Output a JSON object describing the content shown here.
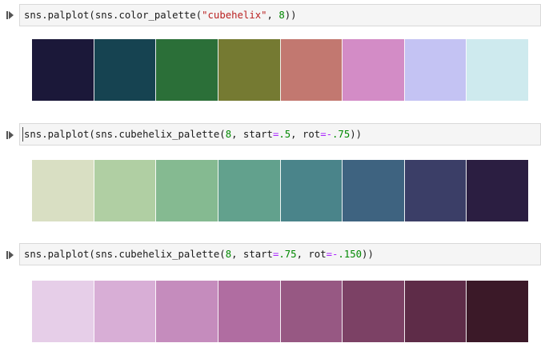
{
  "cells": [
    {
      "code": {
        "prefix": "sns.palplot(sns.color_palette(",
        "string": "\"cubehelix\"",
        "sep": ", ",
        "count": "8",
        "suffix": "))"
      },
      "swatches": [
        "#1b1839",
        "#164351",
        "#2b6f38",
        "#757a32",
        "#c27870",
        "#d38cc6",
        "#c4c3f3",
        "#ceeaee"
      ]
    },
    {
      "code": {
        "prefix": "sns.palplot(sns.cubehelix_palette(",
        "count": "8",
        "p2": ", start",
        "eq1": "=",
        "start": ".5",
        "p3": ", rot",
        "eq2": "=-",
        "rot": ".75",
        "suffix": "))"
      },
      "swatches": [
        "#d9dfc3",
        "#b0cfa3",
        "#85ba91",
        "#62a18d",
        "#4a848a",
        "#3e6380",
        "#3b3e67",
        "#2b1e41"
      ]
    },
    {
      "code": {
        "prefix": "sns.palplot(sns.cubehelix_palette(",
        "count": "8",
        "p2": ", start",
        "eq1": "=",
        "start": ".75",
        "p3": ", rot",
        "eq2": "=-",
        "rot": ".150",
        "suffix": "))"
      },
      "swatches": [
        "#e6cee8",
        "#d8aed6",
        "#c58cbd",
        "#b06da1",
        "#975883",
        "#7c4165",
        "#5e2c48",
        "#3b1928"
      ]
    }
  ],
  "icons": {
    "run": "run-cell-icon"
  }
}
